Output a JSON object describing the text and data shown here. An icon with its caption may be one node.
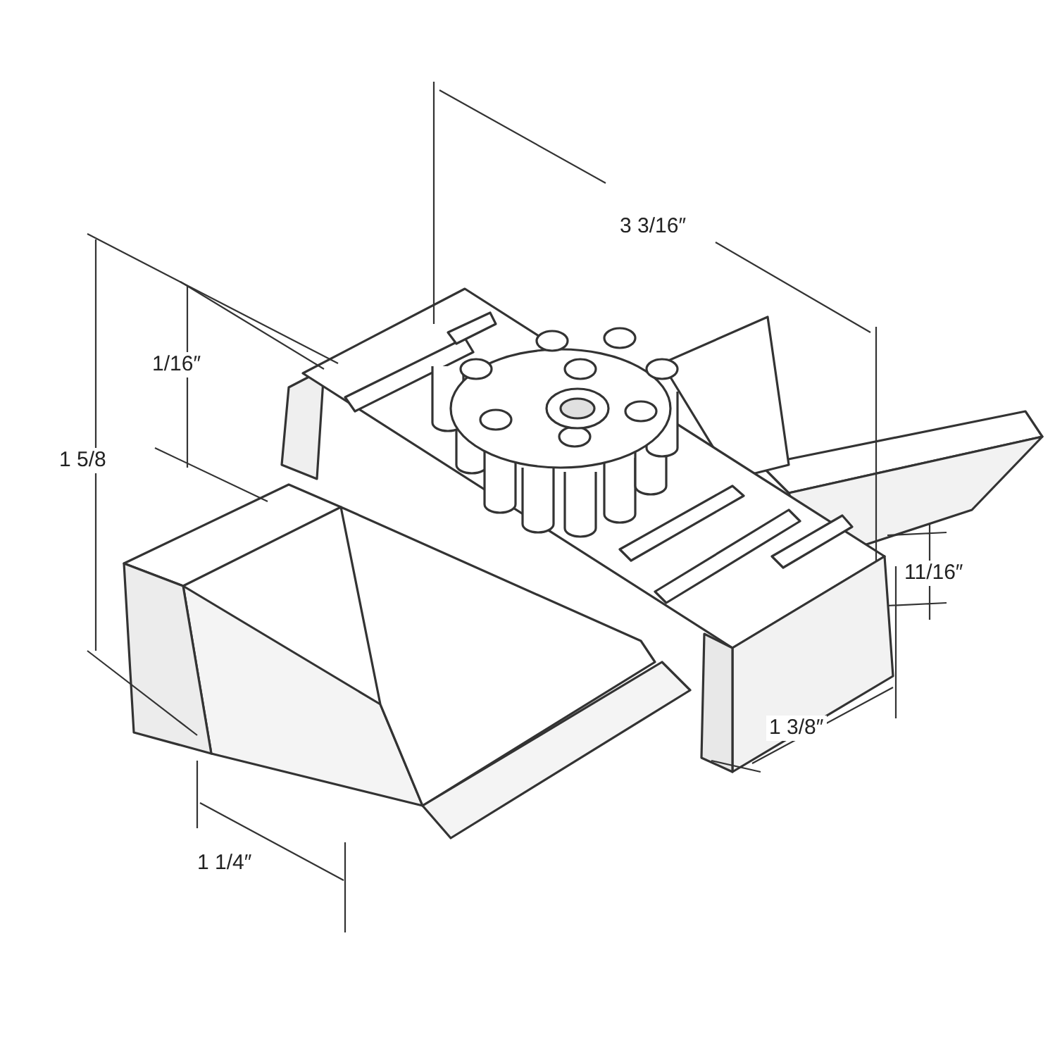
{
  "diagram": {
    "labels": [
      "3 3/16″",
      "1/16″",
      "1 5/8",
      "11/16″",
      "1 3/8″",
      "1 1/4″"
    ]
  }
}
